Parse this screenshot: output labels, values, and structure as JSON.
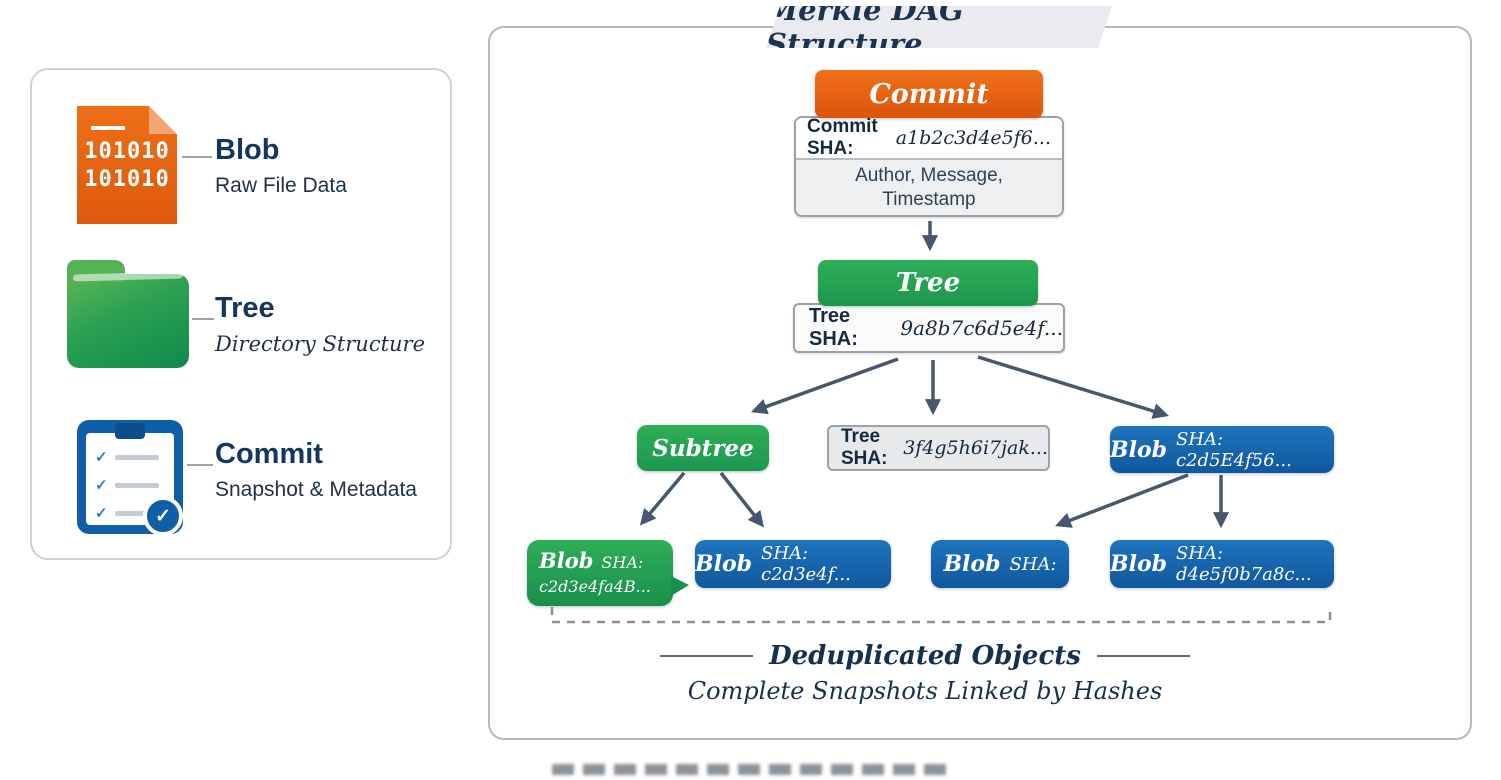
{
  "legend": {
    "blob_lines": [
      "101010",
      "101010"
    ],
    "items": [
      {
        "title": "Blob",
        "subtitle": "Raw File Data"
      },
      {
        "title": "Tree",
        "subtitle": "Directory Structure"
      },
      {
        "title": "Commit",
        "subtitle": "Snapshot & Metadata"
      }
    ]
  },
  "diagram": {
    "title": "Merkle DAG Structure",
    "commit_node": {
      "label": "Commit",
      "sha_label": "Commit SHA:",
      "sha_value": "a1b2c3d4e5f6...",
      "meta_line1": "Author, Message,",
      "meta_line2": "Timestamp"
    },
    "tree_node": {
      "label": "Tree",
      "sha_label": "Tree SHA:",
      "sha_value": "9a8b7c6d5e4f..."
    },
    "subtree_node": {
      "label": "Subtree"
    },
    "tree_leaf": {
      "sha_label": "Tree SHA:",
      "sha_value": "3f4g5h6i7jak..."
    },
    "blob_parent": {
      "label": "Blob",
      "sha": "SHA: c2d5E4f56..."
    },
    "blob_green": {
      "label": "Blob",
      "sha": "SHA:",
      "sha_value": "c2d3e4fa4B..."
    },
    "blob_a": {
      "label": "Blob",
      "sha": "SHA: c2d3e4f..."
    },
    "blob_b": {
      "label": "Blob",
      "sha": "SHA:"
    },
    "blob_c": {
      "label": "Blob",
      "sha": "SHA: d4e5f0b7a8c..."
    },
    "footer": {
      "title": "Deduplicated Objects",
      "subtitle": "Complete Snapshots Linked by Hashes"
    }
  },
  "colors": {
    "commit_orange": "#e2610f",
    "tree_green": "#23a457",
    "blob_blue": "#1766ae",
    "text_navy": "#16304f",
    "arrow": "#47586e"
  }
}
